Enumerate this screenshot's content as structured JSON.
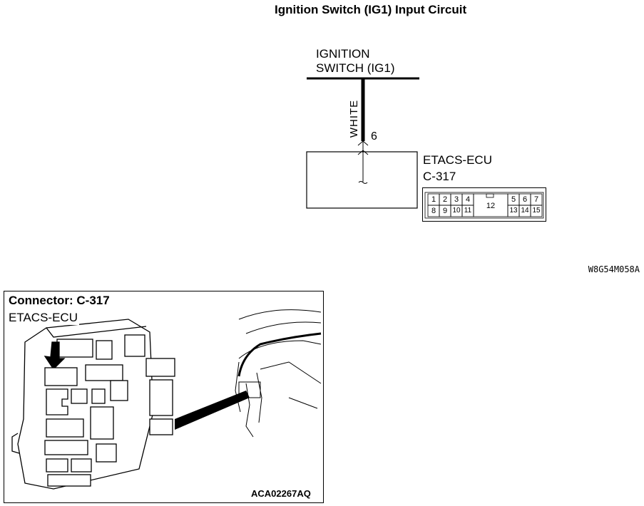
{
  "diagram": {
    "title": "Ignition Switch (IG1) Input Circuit",
    "switch_label_line1": "IGNITION",
    "switch_label_line2": "SWITCH (IG1)",
    "wire_color": "WHITE",
    "pin_number": "6",
    "ecu_name": "ETACS-ECU",
    "ecu_connector": "C-317",
    "connector_pins_top": [
      "1",
      "2",
      "3",
      "4",
      "5",
      "6",
      "7"
    ],
    "connector_pins_bottom": [
      "8",
      "9",
      "10",
      "11",
      "13",
      "14",
      "15"
    ],
    "connector_pin_center": "12",
    "figure_code": "W8G54M058A"
  },
  "connector_view": {
    "title": "Connector: C-317",
    "ecu_label": "ETACS-ECU",
    "figure_code": "ACA02267AQ"
  }
}
